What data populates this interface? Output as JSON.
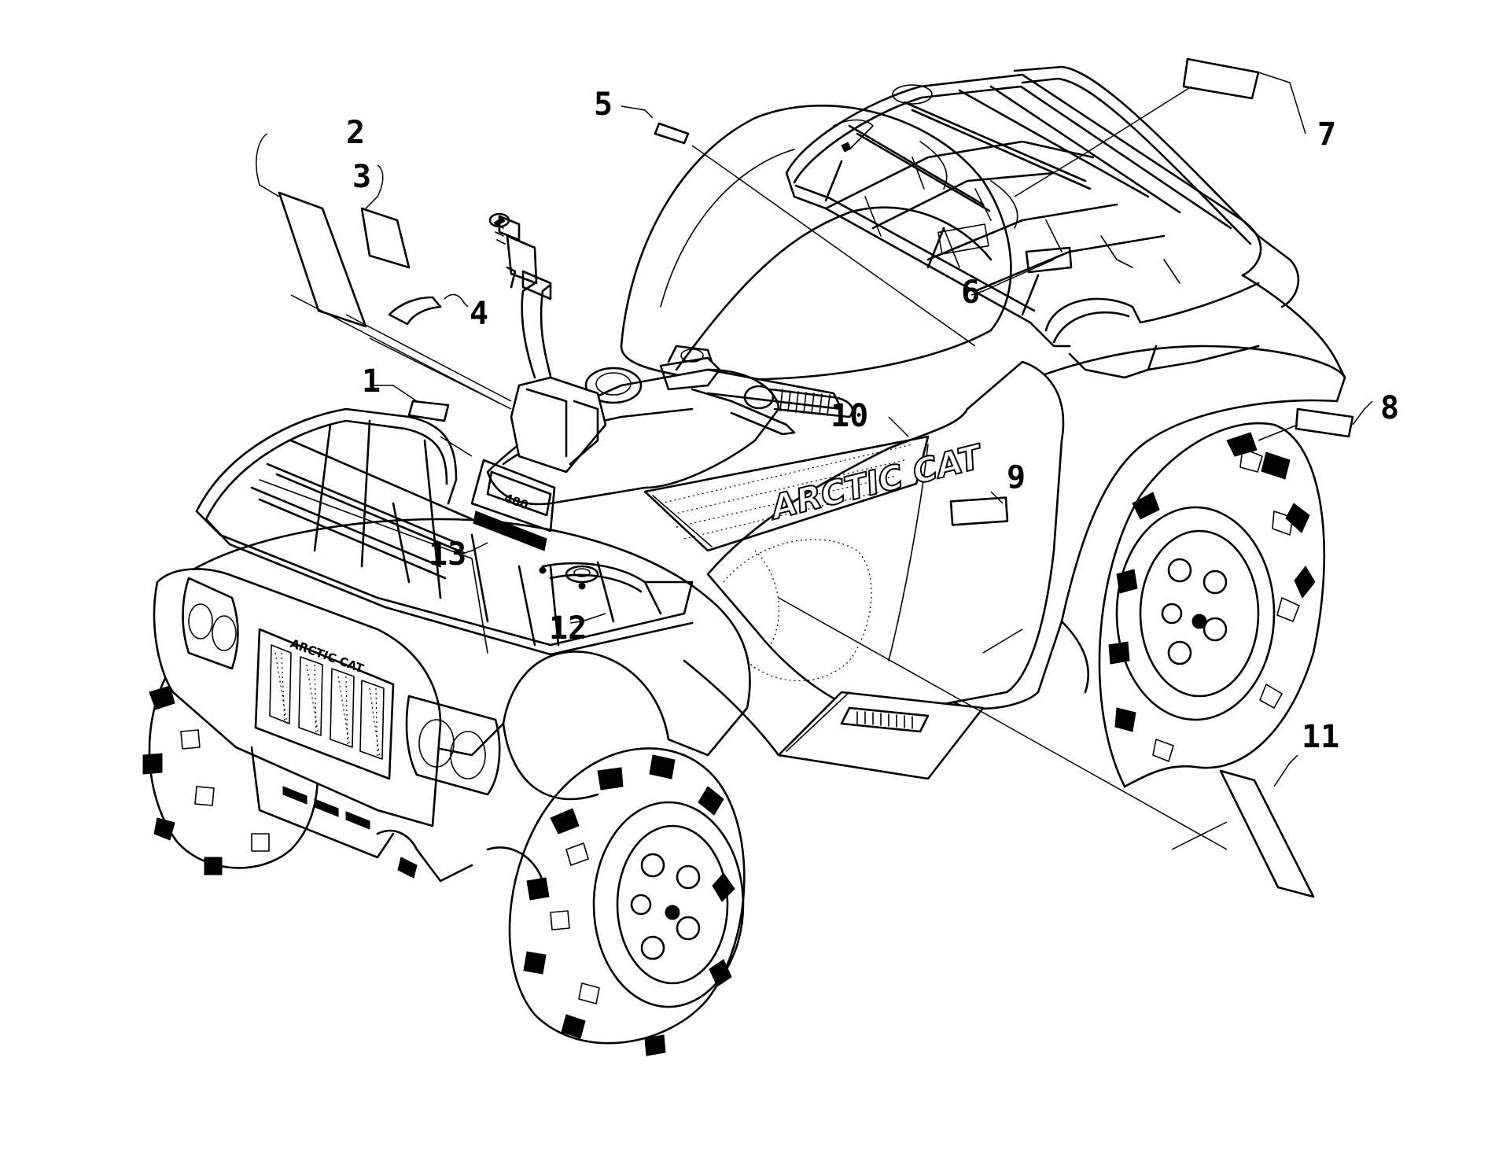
{
  "callouts": [
    "1",
    "2",
    "3",
    "4",
    "5",
    "6",
    "7",
    "8",
    "9",
    "10",
    "11",
    "12",
    "13"
  ],
  "decals": {
    "side_brand": "ARCTIC CAT",
    "grille_brand": "ARCTIC CAT",
    "model": "400"
  }
}
